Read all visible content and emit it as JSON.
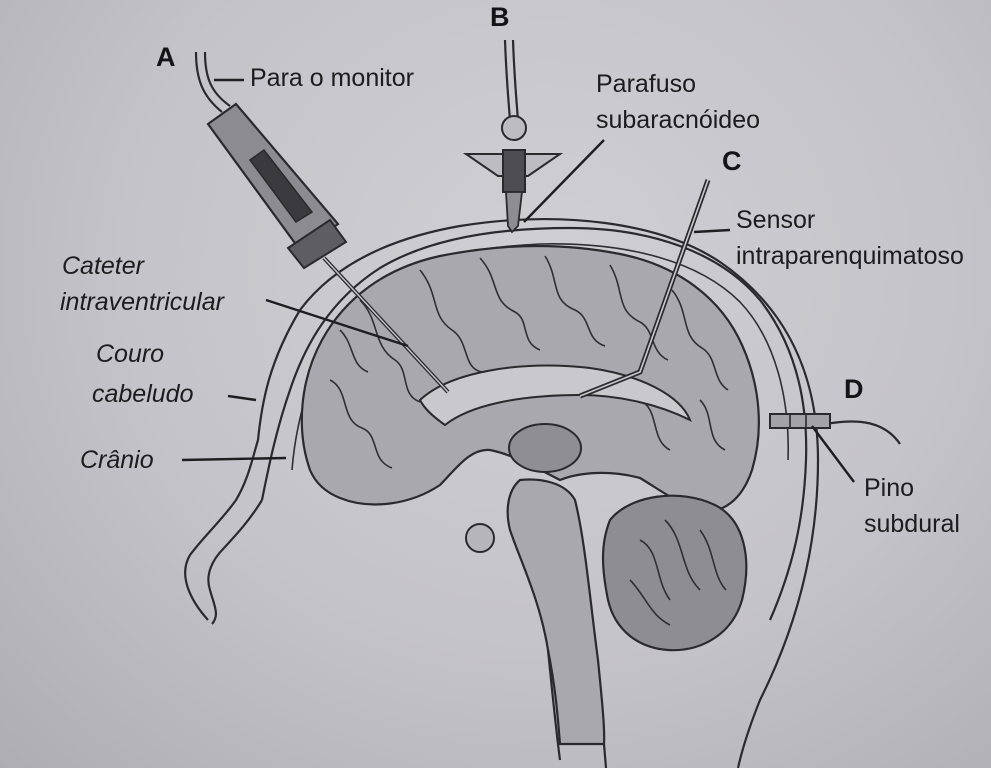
{
  "letters": {
    "a": "A",
    "b": "B",
    "c": "C",
    "d": "D"
  },
  "labels": {
    "para_o_monitor": "Para o monitor",
    "parafuso_line1": "Parafuso",
    "parafuso_line2": "subaracnóideo",
    "sensor_line1": "Sensor",
    "sensor_line2": "intraparenquimatoso",
    "cateter_line1": "Cateter",
    "cateter_line2": "intraventricular",
    "couro_line1": "Couro",
    "couro_line2": "cabeludo",
    "cranio": "Crânio",
    "pino_line1": "Pino",
    "pino_line2": "subdural"
  }
}
